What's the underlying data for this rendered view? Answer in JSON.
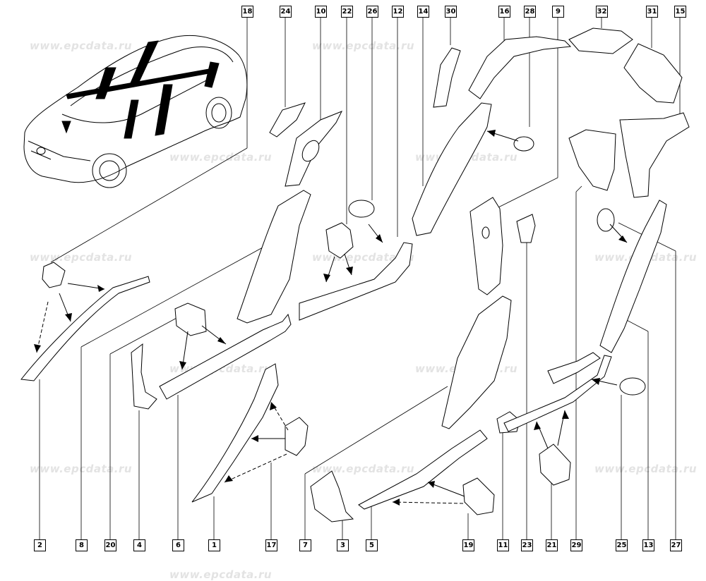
{
  "watermark": "www.epcdata.ru",
  "callouts": {
    "top": [
      "18",
      "24",
      "10",
      "22",
      "26",
      "12",
      "14",
      "30",
      "16",
      "28",
      "9",
      "32",
      "31",
      "15"
    ],
    "bottom": [
      "2",
      "8",
      "20",
      "4",
      "6",
      "1",
      "17",
      "7",
      "3",
      "5",
      "19",
      "11",
      "23",
      "21",
      "29",
      "25",
      "13",
      "27"
    ]
  }
}
